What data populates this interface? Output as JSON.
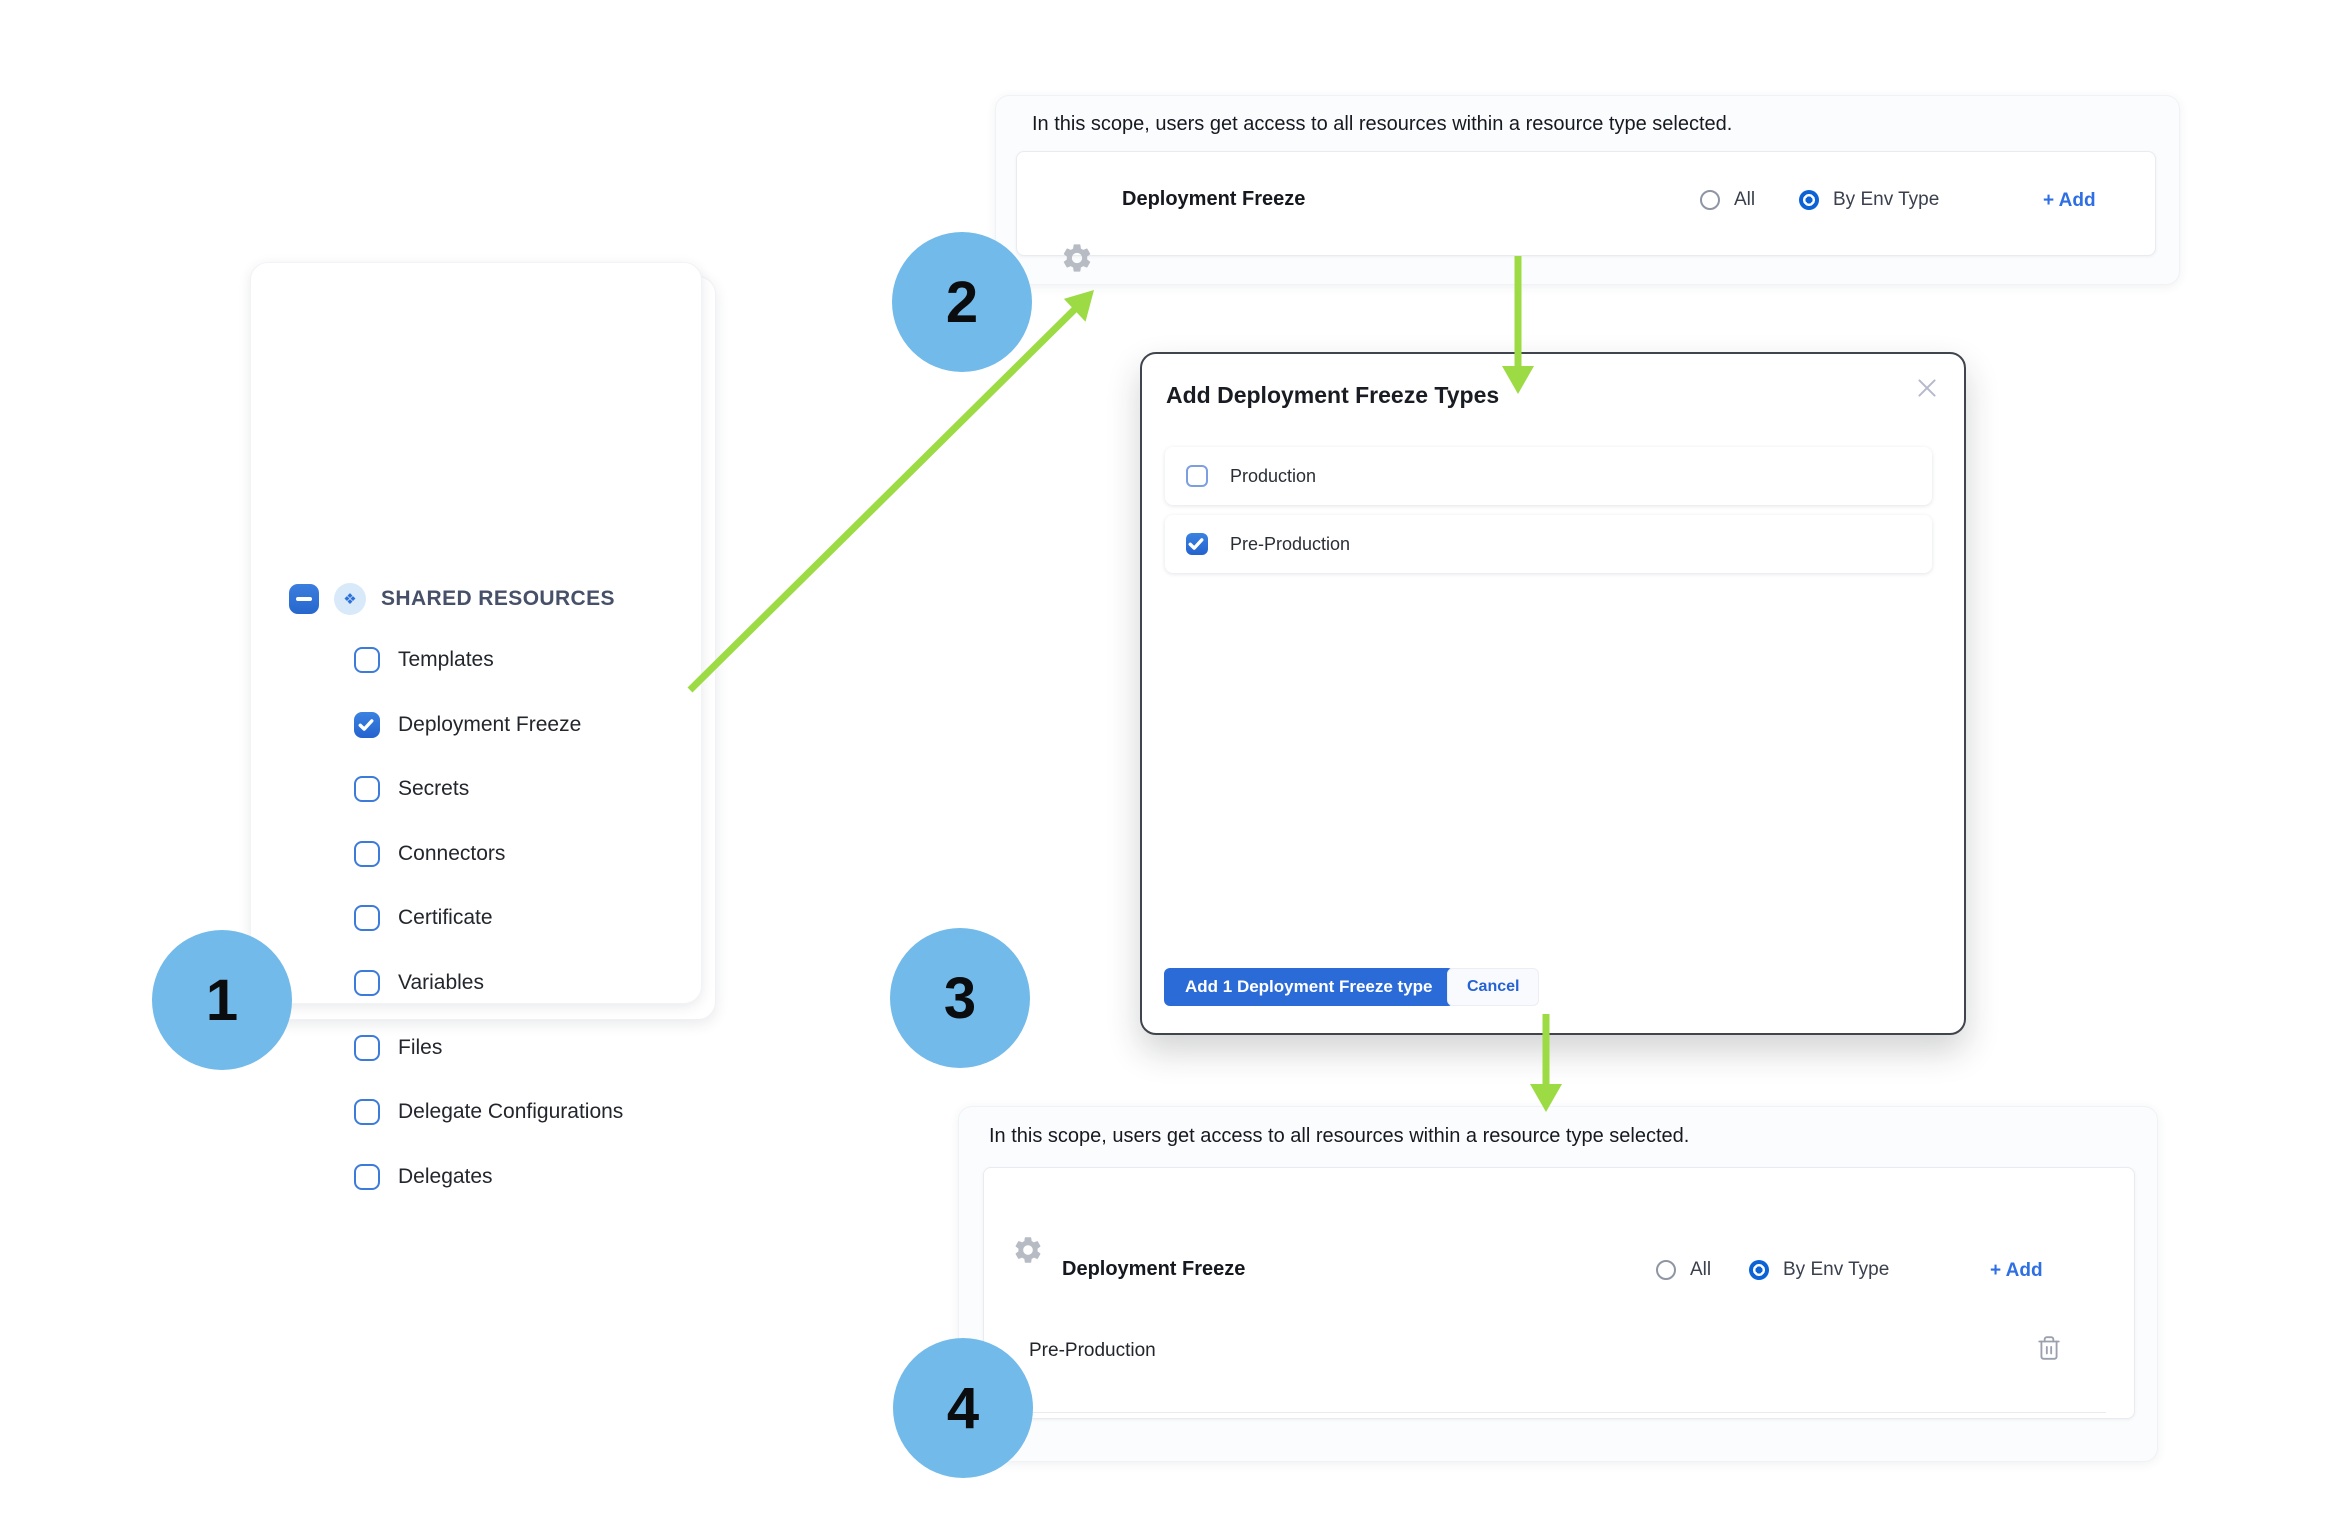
{
  "colors": {
    "primary_blue": "#2B6CD9",
    "radio_selected_blue": "#0B63D6",
    "link_blue": "#2F6FE4",
    "badge_sky_blue": "#72BAE9",
    "arrow_green": "#9CDB44",
    "modal_border": "#40444C"
  },
  "step_badges": [
    "1",
    "2",
    "3",
    "4"
  ],
  "resource_panel": {
    "header": "SHARED RESOURCES",
    "items": [
      {
        "label": "Templates",
        "checked": false
      },
      {
        "label": "Deployment Freeze",
        "checked": true
      },
      {
        "label": "Secrets",
        "checked": false
      },
      {
        "label": "Connectors",
        "checked": false
      },
      {
        "label": "Certificate",
        "checked": false
      },
      {
        "label": "Variables",
        "checked": false
      },
      {
        "label": "Files",
        "checked": false
      },
      {
        "label": "Delegate Configurations",
        "checked": false
      },
      {
        "label": "Delegates",
        "checked": false
      }
    ]
  },
  "scope_panel_top": {
    "description": "In this scope, users get access to all resources within a resource type selected.",
    "resource": {
      "title": "Deployment Freeze",
      "options": [
        {
          "label": "All",
          "selected": false
        },
        {
          "label": "By Env Type",
          "selected": true
        }
      ],
      "add_label": "+ Add"
    }
  },
  "modal": {
    "title": "Add Deployment Freeze Types",
    "options": [
      {
        "label": "Production",
        "checked": false
      },
      {
        "label": "Pre-Production",
        "checked": true
      }
    ],
    "primary_button": "Add 1 Deployment Freeze type",
    "cancel_button": "Cancel"
  },
  "scope_panel_bottom": {
    "description": "In this scope, users get access to all resources within a resource type selected.",
    "resource": {
      "title": "Deployment Freeze",
      "options": [
        {
          "label": "All",
          "selected": false
        },
        {
          "label": "By Env Type",
          "selected": true
        }
      ],
      "add_label": "+ Add"
    },
    "entries": [
      {
        "label": "Pre-Production"
      }
    ]
  }
}
